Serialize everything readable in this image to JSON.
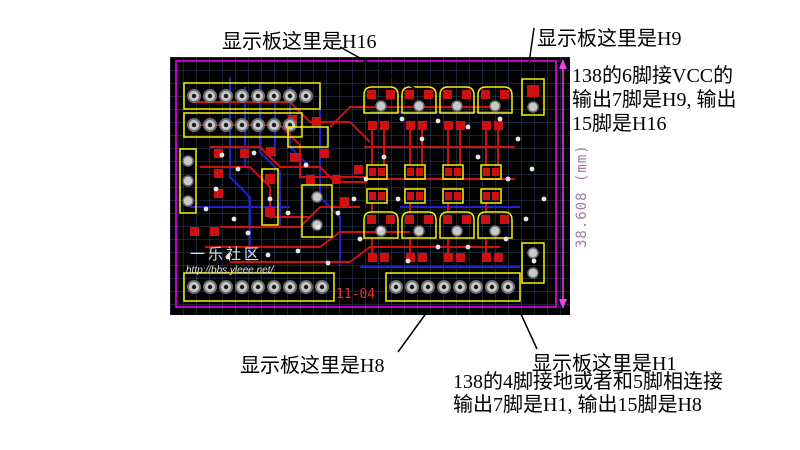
{
  "callouts": {
    "h16": "显示板这里是H16",
    "h9": "显示板这里是H9",
    "h8": "显示板这里是H8",
    "h1": "显示板这里是H1"
  },
  "notes": {
    "right": [
      "138的6脚接VCC的",
      "输出7脚是H9, 输出",
      "15脚是H16"
    ],
    "bottom": [
      "138的4脚接地或者和5脚相连接",
      "输出7脚是H1, 输出15脚是H8"
    ]
  },
  "pcb": {
    "silkscreen": {
      "community": "一乐社区",
      "url": "http://bbs.yleee.net/",
      "date": "11-04"
    },
    "dimension_label": "38.608 (mm)",
    "colors": {
      "board_bg": "#000000",
      "grid": "#324564",
      "board_outline": "#ff00ff",
      "trace_top": "#d01010",
      "trace_bottom": "#2020d0",
      "component_outline": "#f2f20a",
      "pad_red": "#d01010",
      "hole": "#c9c9c9",
      "dimension": "#ee44ee"
    }
  }
}
